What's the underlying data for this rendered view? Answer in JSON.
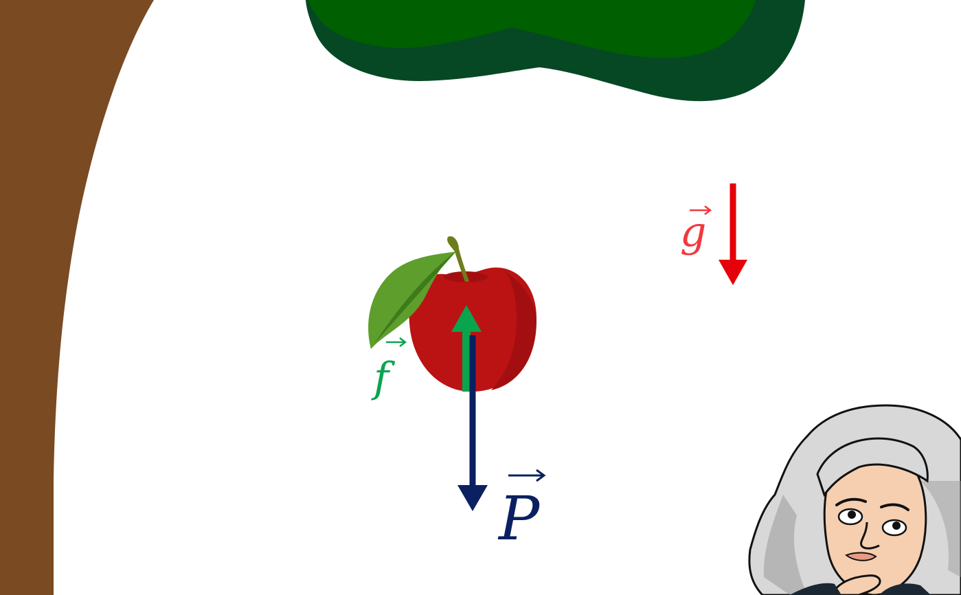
{
  "labels": {
    "friction_vector": "f",
    "gravity_vector": "g",
    "weight_vector": "P"
  },
  "colors": {
    "background": "#ffffff",
    "trunk": "#7a4a22",
    "foliage_dark": "#064823",
    "foliage_light": "#005f00",
    "apple": "#bb1313",
    "apple_shade": "#a30f10",
    "leaf": "#5e9e2c",
    "leaf_vein": "#3f7a1a",
    "stem": "#6e7d1a",
    "friction_arrow": "#0aa44e",
    "gravity_arrow": "#e5000a",
    "gravity_label": "#f2383c",
    "weight_arrow": "#0a2060",
    "hair": "#d8d8d8",
    "hair_shadow": "#9a9a9a",
    "skin": "#f6cfb0",
    "outline": "#111111"
  },
  "icons": {
    "apple": "apple-icon",
    "character": "scientist-avatar"
  }
}
